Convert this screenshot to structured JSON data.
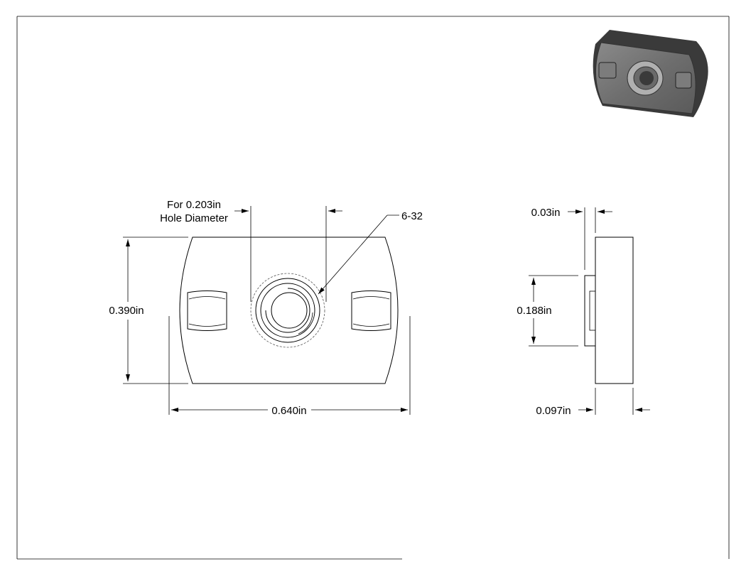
{
  "drawing": {
    "front_view": {
      "hole_note_line1": "For 0.203in",
      "hole_note_line2": "Hole Diameter",
      "thread_label": "6-32",
      "height_label": "0.390in",
      "width_label": "0.640in"
    },
    "side_view": {
      "offset_label": "0.03in",
      "boss_label": "0.188in",
      "thickness_label": "0.097in"
    }
  }
}
